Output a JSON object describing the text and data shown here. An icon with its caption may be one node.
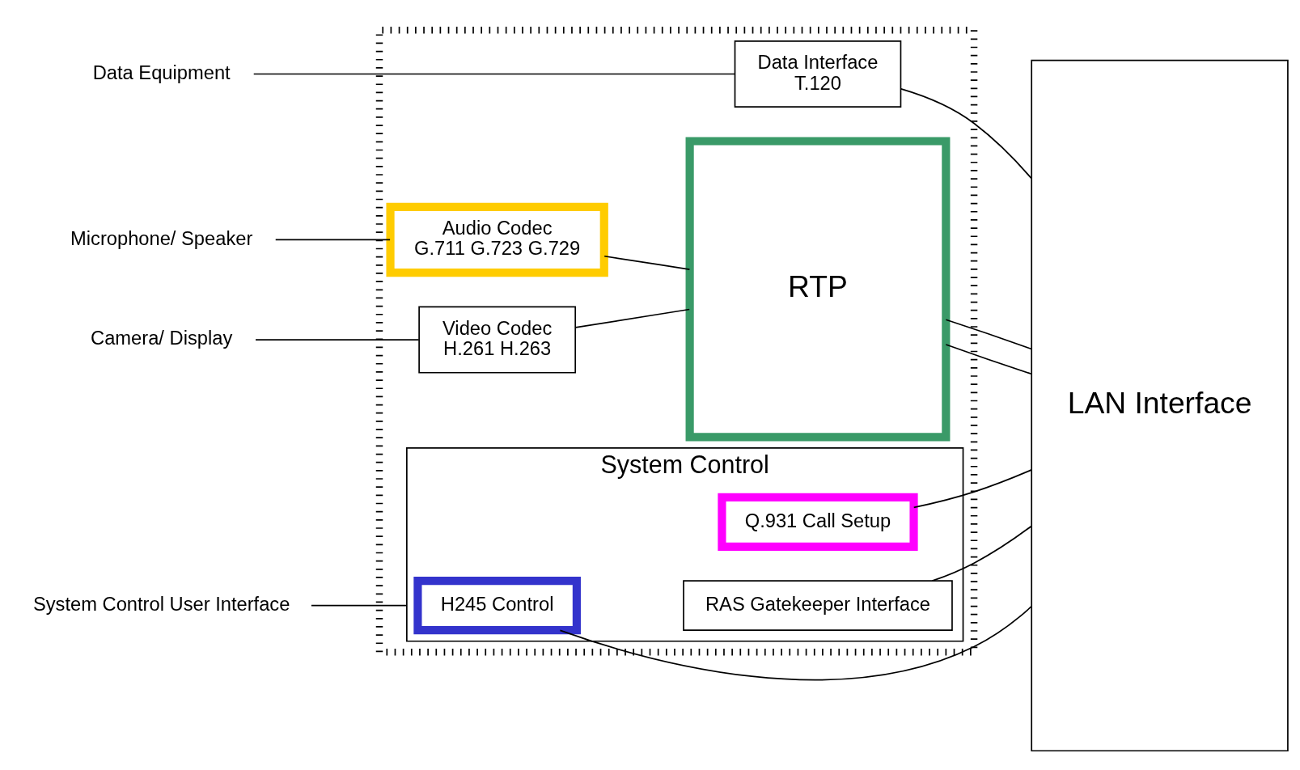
{
  "diagram": {
    "nodes": [
      {
        "text": [],
        "shape": "box"
      },
      {
        "text": [
          "Microphone/ Speaker"
        ]
      },
      {
        "text": [
          "Camera/ Display"
        ]
      },
      {
        "text": [
          "Data Equipment"
        ]
      },
      {
        "text": [
          "System Control User Interface"
        ]
      },
      {
        "text": [
          "Audio Codec",
          "G.711 G.723 G.729"
        ],
        "in": 0
      },
      {
        "text": [
          "Video Codec",
          "H.261 H.263"
        ],
        "in": 0
      },
      {
        "text": [
          "Data Interface",
          "T.120"
        ],
        "in": 0
      },
      {
        "text": [
          "System Control"
        ],
        "in": 0
      },
      {
        "text": [
          "H245 Control"
        ],
        "in": 8
      },
      {
        "text": [
          "Q.931 Call Setup"
        ],
        "in": 8
      },
      {
        "text": [
          "RAS Gatekeeper Interface"
        ],
        "in": 8
      },
      {
        "text": [
          "RTP"
        ],
        "in": 0
      },
      {
        "text": [
          "LAN Interface"
        ]
      }
    ],
    "edges": [
      {
        "from": 1,
        "to": 5,
        "arrow": "none"
      },
      {
        "from": 2,
        "to": 6,
        "arrow": "none"
      },
      {
        "from": 3,
        "to": 7,
        "arrow": "none"
      },
      {
        "from": 4,
        "to": 8,
        "arrow": "none"
      },
      {
        "from": 5,
        "to": 12,
        "arrow": "none"
      },
      {
        "from": 6,
        "to": 12,
        "arrow": "none"
      },
      {
        "from": 12,
        "to": 13,
        "arrow": "none"
      },
      {
        "from": 12,
        "to": 13,
        "arrow": "none"
      },
      {
        "from": 7,
        "to": 13,
        "arrow": "none"
      },
      {
        "from": 9,
        "to": 13,
        "arrow": "none"
      },
      {
        "from": 10,
        "to": 13,
        "arrow": "none"
      },
      {
        "from": 11,
        "to": 13,
        "arrow": "none"
      }
    ]
  }
}
